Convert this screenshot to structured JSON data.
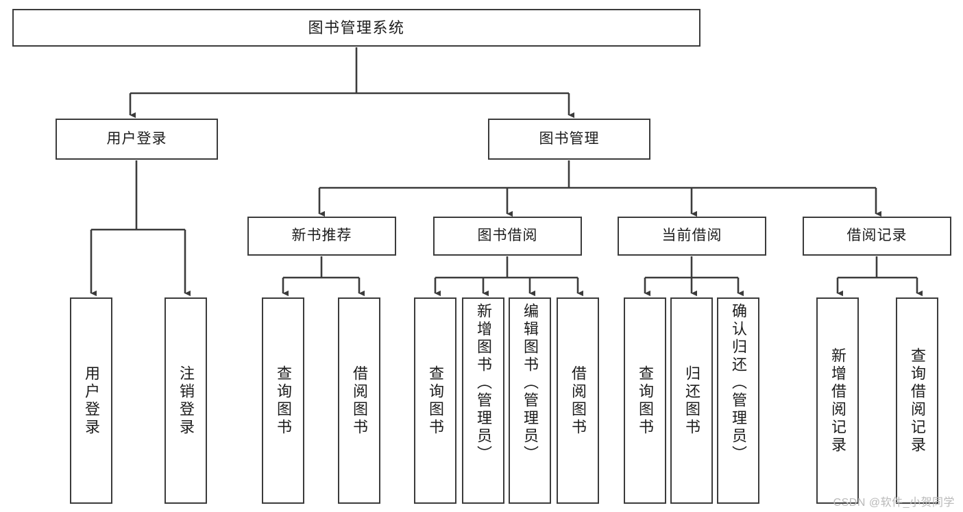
{
  "diagram": {
    "title": "图书管理系统",
    "type": "tree",
    "style": {
      "box_border_color": "#3b3b3b",
      "box_fill_color": "#ffffff",
      "line_color": "#3b3b3b",
      "text_color": "#1c1c1c",
      "background": "#ffffff"
    },
    "watermark": "CSDN @软件_小贺同学"
  },
  "nodes": {
    "root": {
      "label": "图书管理系统",
      "level": 1
    },
    "level2": [
      {
        "id": "user-login",
        "label": "用户登录"
      },
      {
        "id": "book-manage",
        "label": "图书管理"
      }
    ],
    "level3": [
      {
        "id": "new-book-recommend",
        "label": "新书推荐",
        "parent": "book-manage"
      },
      {
        "id": "book-borrow",
        "label": "图书借阅",
        "parent": "book-manage"
      },
      {
        "id": "current-borrow",
        "label": "当前借阅",
        "parent": "book-manage"
      },
      {
        "id": "borrow-record",
        "label": "借阅记录",
        "parent": "book-manage"
      }
    ],
    "leaves": [
      {
        "id": "leaf-user-login",
        "label": "用户登录",
        "parent": "user-login"
      },
      {
        "id": "leaf-logout-login",
        "label": "注销登录",
        "parent": "user-login"
      },
      {
        "id": "leaf-query-book-1",
        "label": "查询图书",
        "parent": "new-book-recommend"
      },
      {
        "id": "leaf-borrow-book-1",
        "label": "借阅图书",
        "parent": "new-book-recommend"
      },
      {
        "id": "leaf-query-book-2",
        "label": "查询图书",
        "parent": "book-borrow"
      },
      {
        "id": "leaf-add-book",
        "label": "新增图书（管理员）",
        "parent": "book-borrow"
      },
      {
        "id": "leaf-edit-book",
        "label": "编辑图书（管理员）",
        "parent": "book-borrow"
      },
      {
        "id": "leaf-borrow-book-2",
        "label": "借阅图书",
        "parent": "book-borrow"
      },
      {
        "id": "leaf-query-book-3",
        "label": "查询图书",
        "parent": "current-borrow"
      },
      {
        "id": "leaf-return-book",
        "label": "归还图书",
        "parent": "current-borrow"
      },
      {
        "id": "leaf-confirm-return",
        "label": "确认归还（管理员）",
        "parent": "current-borrow"
      },
      {
        "id": "leaf-add-record",
        "label": "新增借阅记录",
        "parent": "borrow-record"
      },
      {
        "id": "leaf-query-record",
        "label": "查询借阅记录",
        "parent": "borrow-record"
      }
    ]
  }
}
